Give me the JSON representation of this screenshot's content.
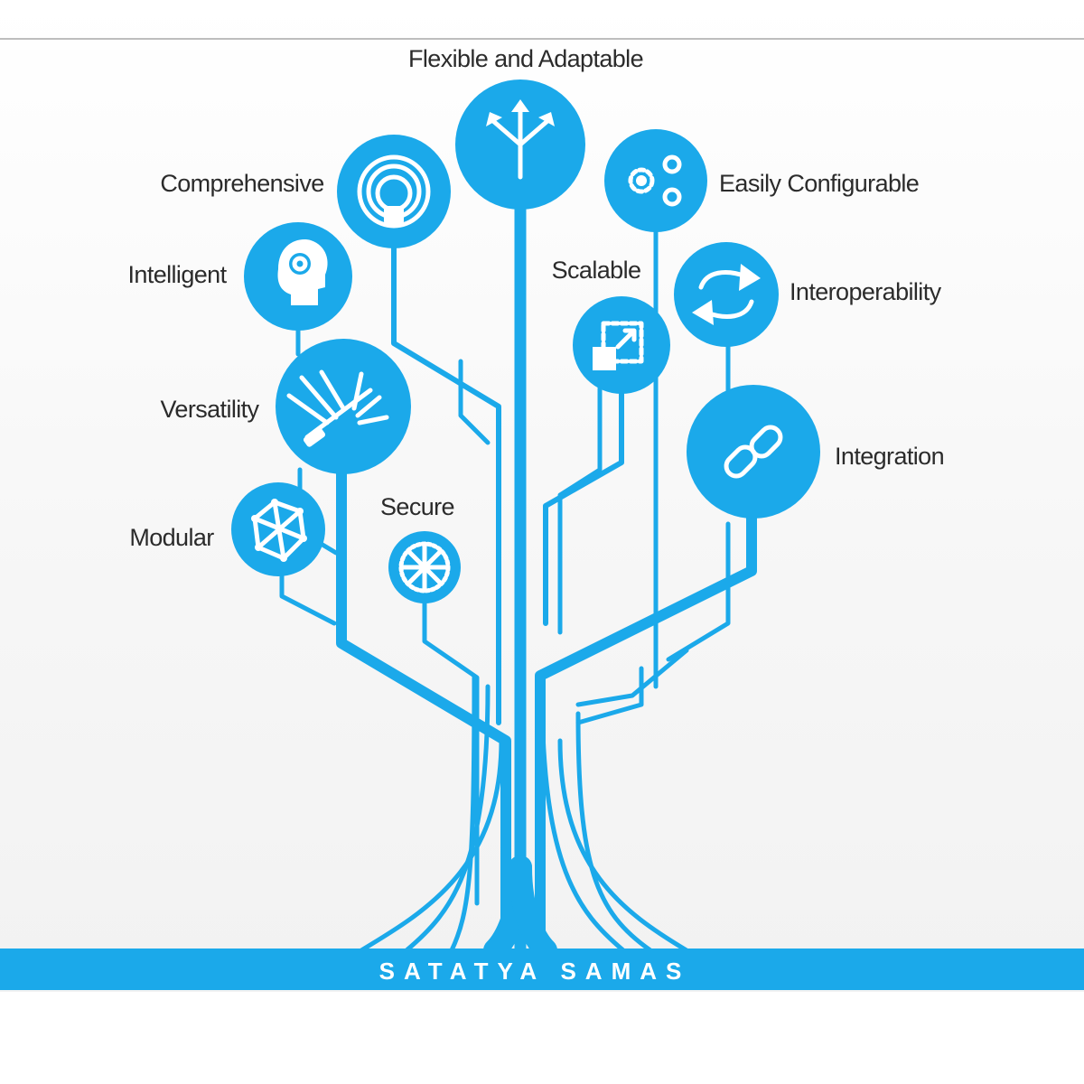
{
  "colors": {
    "accent": "#1ba9ea",
    "text": "#2b2b2b",
    "background": "#f4f4f4"
  },
  "title": "Flexible and Adaptable",
  "brand": "SATATYA SAMAS",
  "features": {
    "flexible": {
      "label": "Flexible and Adaptable",
      "icon": "diverging-arrows-icon"
    },
    "comprehensive": {
      "label": "Comprehensive",
      "icon": "target-user-icon"
    },
    "configurable": {
      "label": "Easily Configurable",
      "icon": "gears-icon"
    },
    "intelligent": {
      "label": "Intelligent",
      "icon": "brain-head-icon"
    },
    "scalable": {
      "label": "Scalable",
      "icon": "resize-icon"
    },
    "interoperability": {
      "label": "Interoperability",
      "icon": "sync-arrows-icon"
    },
    "versatility": {
      "label": "Versatility",
      "icon": "multitool-icon"
    },
    "integration": {
      "label": "Integration",
      "icon": "chain-link-icon"
    },
    "secure": {
      "label": "Secure",
      "icon": "snowflake-icon"
    },
    "modular": {
      "label": "Modular",
      "icon": "modular-net-icon"
    }
  }
}
